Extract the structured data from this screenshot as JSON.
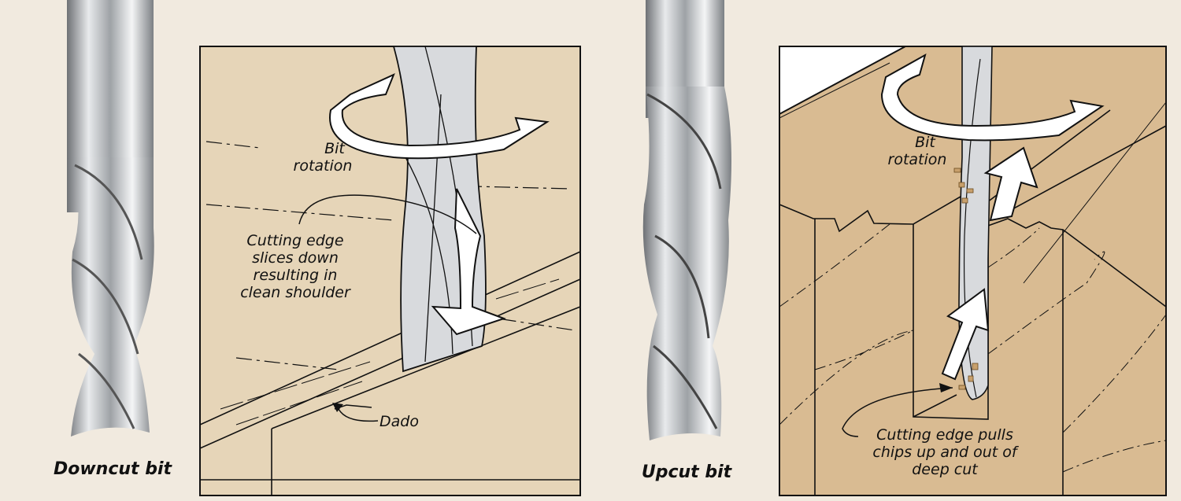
{
  "downcut": {
    "caption": "Downcut bit",
    "bit_rotation_label_1": "Bit",
    "bit_rotation_label_2": "rotation",
    "cutting_edge_label": [
      "Cutting edge",
      "slices down",
      "resulting in",
      "clean shoulder"
    ],
    "dado_label": "Dado"
  },
  "upcut": {
    "caption": "Upcut bit",
    "bit_rotation_label_1": "Bit",
    "bit_rotation_label_2": "rotation",
    "cutting_edge_label": [
      "Cutting edge pulls",
      "chips up and out of",
      "deep cut"
    ]
  },
  "colors": {
    "background": "#f1eadf",
    "downcut_panel": "#e6d5b8",
    "upcut_panel": "#d9bb92",
    "bit_metal": "#d8dadd"
  }
}
